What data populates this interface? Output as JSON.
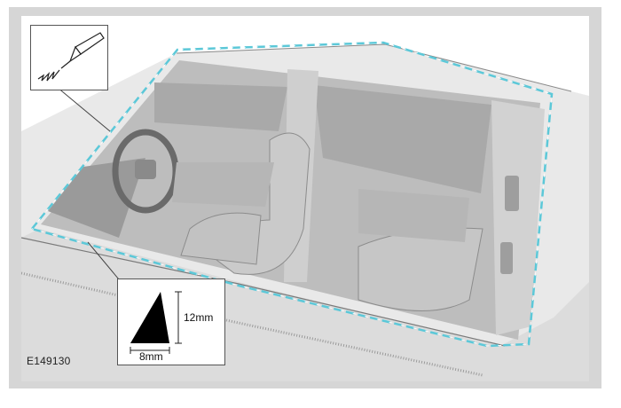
{
  "figure": {
    "reference_code": "E149130",
    "bead_height": "12mm",
    "bead_width": "8mm",
    "seal_color": "#5cc8d8",
    "body_color": "#d9d9d9",
    "bead_color": "#000000"
  }
}
